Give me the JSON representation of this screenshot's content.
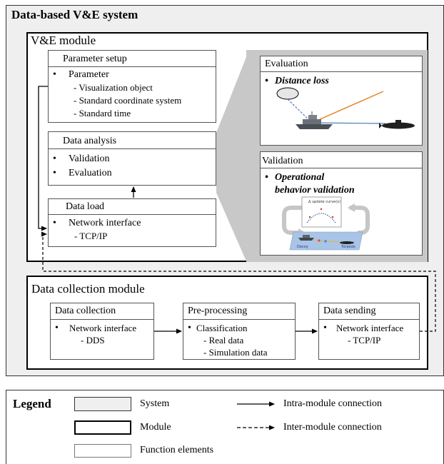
{
  "system_title": "Data-based V&E system",
  "ve_module": {
    "title": "V&E module",
    "parameter_setup": {
      "title": "Parameter setup",
      "bullet": "Parameter",
      "items": [
        "- Visualization object",
        "- Standard coordinate system",
        "- Standard time"
      ]
    },
    "data_analysis": {
      "title": "Data analysis",
      "items": [
        "Validation",
        "Evaluation"
      ]
    },
    "data_load": {
      "title": "Data load",
      "bullet": "Network interface",
      "items": [
        "- TCP/IP"
      ]
    },
    "evaluation": {
      "title": "Evaluation",
      "bullet": "Distance loss"
    },
    "validation": {
      "title": "Validation",
      "bullet_line1": "Operational",
      "bullet_line2": "behavior validation",
      "mini_chart_title": "Δ update curve(x)",
      "ship_label": "Decoy",
      "torpedo_label": "Torpedo"
    }
  },
  "data_collection_module": {
    "title": "Data collection module",
    "data_collection": {
      "title": "Data collection",
      "bullet": "Network interface",
      "items": [
        "- DDS"
      ]
    },
    "pre_processing": {
      "title": "Pre-processing",
      "bullet": "Classification",
      "items": [
        "- Real data",
        "- Simulation data"
      ]
    },
    "data_sending": {
      "title": "Data sending",
      "bullet": "Network interface",
      "items": [
        "- TCP/IP"
      ]
    }
  },
  "legend": {
    "title": "Legend",
    "system": "System",
    "module": "Module",
    "function_elements": "Function elements",
    "intra": "Intra-module connection",
    "inter": "Inter-module connection"
  },
  "colors": {
    "system_fill": "#efefef",
    "panel_gray": "#c8c8c8",
    "sea_blue": "#a9c4e6",
    "orange_line": "#e67e22",
    "blue_line": "#4a78b5"
  }
}
